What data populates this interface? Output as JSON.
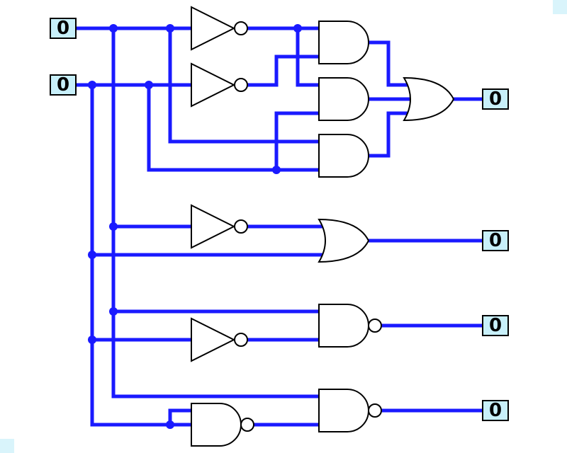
{
  "inputs": [
    {
      "id": "in-a",
      "value": "0"
    },
    {
      "id": "in-b",
      "value": "0"
    }
  ],
  "outputs": [
    {
      "id": "out-1",
      "value": "0"
    },
    {
      "id": "out-2",
      "value": "0"
    },
    {
      "id": "out-3",
      "value": "0"
    },
    {
      "id": "out-4",
      "value": "0"
    }
  ],
  "colors": {
    "wire": "#1a1aff",
    "io_fill": "#c8f0fa",
    "gate_outline": "#000000"
  },
  "gates": [
    "not",
    "not",
    "and",
    "and",
    "and",
    "or",
    "not",
    "or",
    "nand",
    "not",
    "nand",
    "nand"
  ]
}
